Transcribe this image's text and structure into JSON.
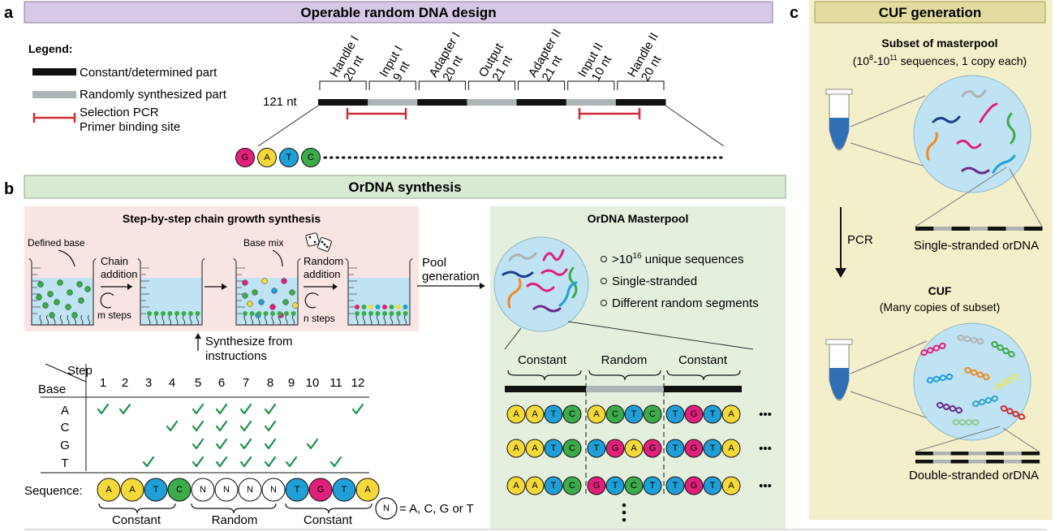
{
  "colors": {
    "A": "#f5d83a",
    "C": "#3cab4a",
    "G": "#e0207a",
    "T": "#1f9fd6",
    "N": "#ffffff",
    "constant": "#111111",
    "random": "#aeb4b6",
    "primer": "#d12a36",
    "check": "#1a8f4a",
    "header_a": "#d6c8e6",
    "header_b": "#d9ead3",
    "panel_c": "#f3efcb",
    "pink": "#f9e4e4",
    "light_green": "#e4efde",
    "water": "#bfe3f2",
    "tube_blue": "#2f6fb6"
  },
  "panel_a": {
    "letter": "a",
    "title": "Operable random DNA design",
    "legend_title": "Legend:",
    "legend_constant": "Constant/determined part",
    "legend_random": "Randomly synthesized part",
    "legend_primer_1": "Selection PCR",
    "legend_primer_2": "Primer binding site",
    "length_label": "121 nt",
    "segments": [
      {
        "name": "Handle I",
        "nt": "20 nt",
        "kind": "constant"
      },
      {
        "name": "Input  I",
        "nt": "9 nt",
        "kind": "random"
      },
      {
        "name": "Adapter I",
        "nt": "20 nt",
        "kind": "constant"
      },
      {
        "name": "Output",
        "nt": "21 nt",
        "kind": "random"
      },
      {
        "name": "Adapter II",
        "nt": "21 nt",
        "kind": "constant"
      },
      {
        "name": "Input  II",
        "nt": "10 nt",
        "kind": "random"
      },
      {
        "name": "Handle II",
        "nt": "20 nt",
        "kind": "constant"
      }
    ],
    "example_bases": [
      "G",
      "A",
      "T",
      "C"
    ]
  },
  "panel_b": {
    "letter": "b",
    "title": "OrDNA synthesis",
    "step_title": "Step-by-step chain growth synthesis",
    "defined_base": "Defined base",
    "chain_1": "Chain",
    "chain_2": "addition",
    "m_steps": "m steps",
    "base_mix": "Base mix",
    "random_1": "Random",
    "random_2": "addition",
    "n_steps": "n steps",
    "synth_1": "Synthesize from",
    "synth_2": "instructions",
    "pool_1": "Pool",
    "pool_2": "generation",
    "step_label": "Step",
    "base_label": "Base",
    "steps": [
      "1",
      "2",
      "3",
      "4",
      "5",
      "6",
      "7",
      "8",
      "9",
      "10",
      "11",
      "12"
    ],
    "base_rows": [
      "A",
      "C",
      "G",
      "T"
    ],
    "checks": [
      [
        "A",
        1
      ],
      [
        "A",
        2
      ],
      [
        "A",
        5
      ],
      [
        "A",
        6
      ],
      [
        "A",
        7
      ],
      [
        "A",
        8
      ],
      [
        "A",
        12
      ],
      [
        "C",
        4
      ],
      [
        "C",
        5
      ],
      [
        "C",
        6
      ],
      [
        "C",
        7
      ],
      [
        "C",
        8
      ],
      [
        "G",
        5
      ],
      [
        "G",
        6
      ],
      [
        "G",
        7
      ],
      [
        "G",
        8
      ],
      [
        "G",
        10
      ],
      [
        "T",
        3
      ],
      [
        "T",
        5
      ],
      [
        "T",
        6
      ],
      [
        "T",
        7
      ],
      [
        "T",
        8
      ],
      [
        "T",
        9
      ],
      [
        "T",
        11
      ]
    ],
    "sequence_label": "Sequence:",
    "sequence": [
      "A",
      "A",
      "T",
      "C",
      "N",
      "N",
      "N",
      "N",
      "T",
      "G",
      "T",
      "A"
    ],
    "constant_label": "Constant",
    "random_label": "Random",
    "n_legend_letter": "N",
    "n_legend_text": "= A, C, G or T",
    "masterpool_title": "OrDNA Masterpool",
    "bullet_1": ">10",
    "bullet_1_sup": "16",
    "bullet_1_tail": " unique sequences",
    "bullet_2": "Single-stranded",
    "bullet_3": "Different random segments",
    "mp_labels": [
      "Constant",
      "Random",
      "Constant"
    ],
    "mp_rows": [
      [
        "A",
        "A",
        "T",
        "C",
        "A",
        "C",
        "T",
        "C",
        "T",
        "G",
        "T",
        "A"
      ],
      [
        "A",
        "A",
        "T",
        "C",
        "T",
        "G",
        "A",
        "G",
        "T",
        "G",
        "T",
        "A"
      ],
      [
        "A",
        "A",
        "T",
        "C",
        "G",
        "T",
        "C",
        "T",
        "T",
        "G",
        "T",
        "A"
      ]
    ],
    "ellipsis": "•••"
  },
  "panel_c": {
    "letter": "c",
    "title": "CUF generation",
    "subset_title": "Subset of masterpool",
    "subset_base": "10",
    "subset_exp1": "8",
    "subset_dash": "-10",
    "subset_exp2": "11",
    "subset_tail": " sequences, 1 copy each)",
    "subset_open": "(",
    "ss_label": "Single-stranded orDNA",
    "pcr_label": "PCR",
    "cuf_title": "CUF",
    "cuf_sub": "(Many copies of subset)",
    "ds_label": "Double-stranded orDNA"
  }
}
